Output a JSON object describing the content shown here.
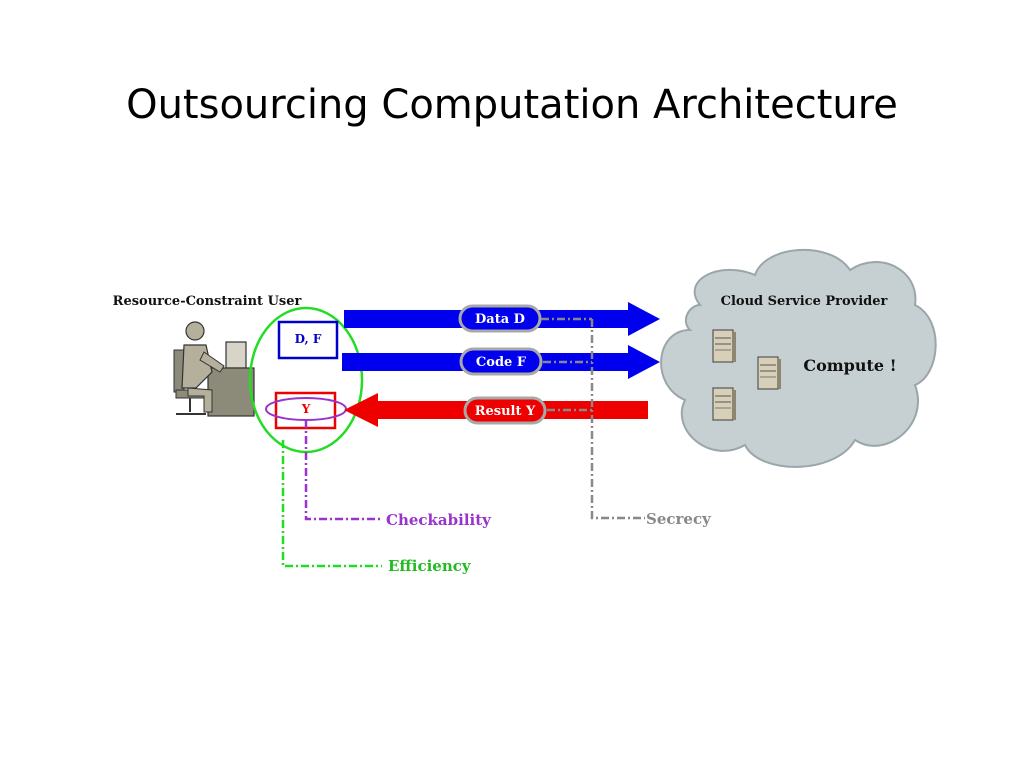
{
  "slide": {
    "title": "Outsourcing Computation Architecture"
  },
  "user": {
    "label": "Resource-Constraint User",
    "inputs_box": "D, F",
    "result_box": "Y"
  },
  "cloud": {
    "label": "Cloud Service Provider",
    "action": "Compute !"
  },
  "flows": {
    "data": "Data D",
    "code": "Code F",
    "result": "Result Y"
  },
  "properties": {
    "checkability": "Checkability",
    "efficiency": "Efficiency",
    "secrecy": "Secrecy"
  },
  "colors": {
    "blue_arrow": "#0000ee",
    "red_arrow": "#ee0000",
    "cloud_fill": "#c6d0d3",
    "efficiency_green": "#22dd22",
    "checkability_purple": "#9933cc",
    "secrecy_gray": "#888888"
  }
}
